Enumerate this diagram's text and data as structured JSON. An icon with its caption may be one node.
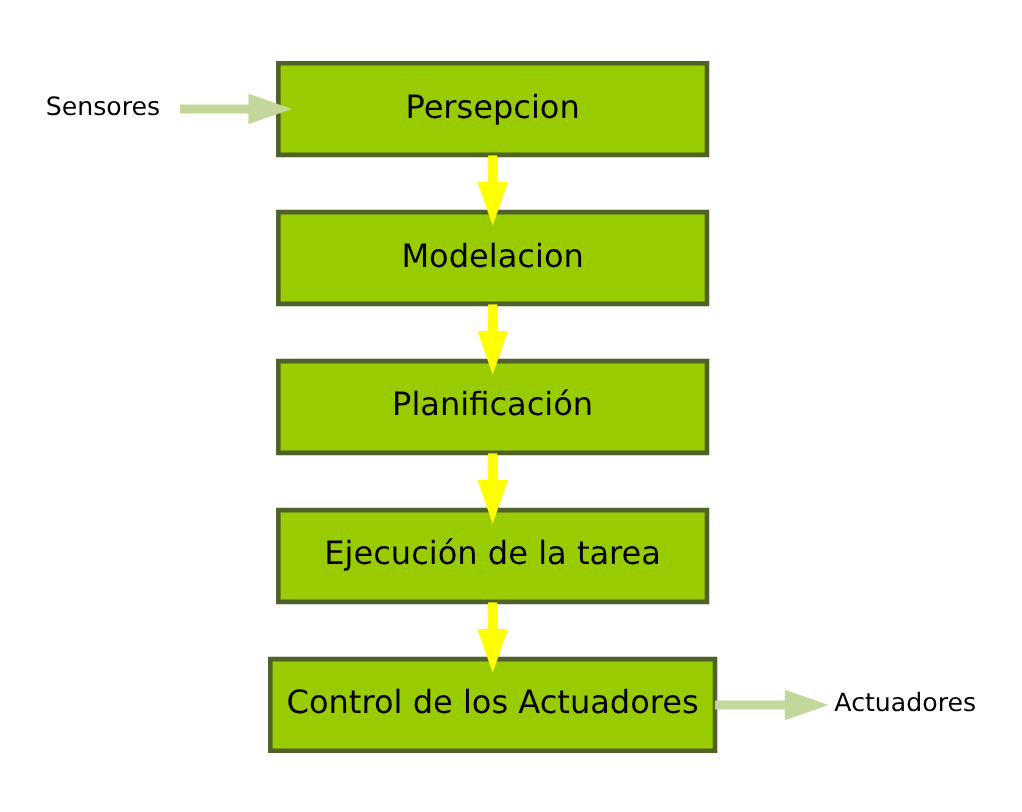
{
  "diagram": {
    "nodes": [
      {
        "text": [
          "Sensores"
        ]
      },
      {
        "text": [
          "Persepcion"
        ]
      },
      {
        "text": [
          "Modelacion"
        ]
      },
      {
        "text": [
          "Planificación"
        ]
      },
      {
        "text": [
          "Ejecución de la tarea"
        ]
      },
      {
        "text": [
          "Control de los Actuadores"
        ]
      },
      {
        "text": [
          "Actuadores"
        ]
      }
    ],
    "edges": [
      {
        "from": 0,
        "to": 1,
        "arrow": "to",
        "color": "#c4d79b"
      },
      {
        "from": 1,
        "to": 2,
        "arrow": "to"
      },
      {
        "from": 2,
        "to": 3,
        "arrow": "to"
      },
      {
        "from": 3,
        "to": 4,
        "arrow": "to"
      },
      {
        "from": 4,
        "to": 5,
        "arrow": "to"
      },
      {
        "from": 5,
        "to": 6,
        "arrow": "to",
        "color": "#c4d79b"
      }
    ]
  }
}
